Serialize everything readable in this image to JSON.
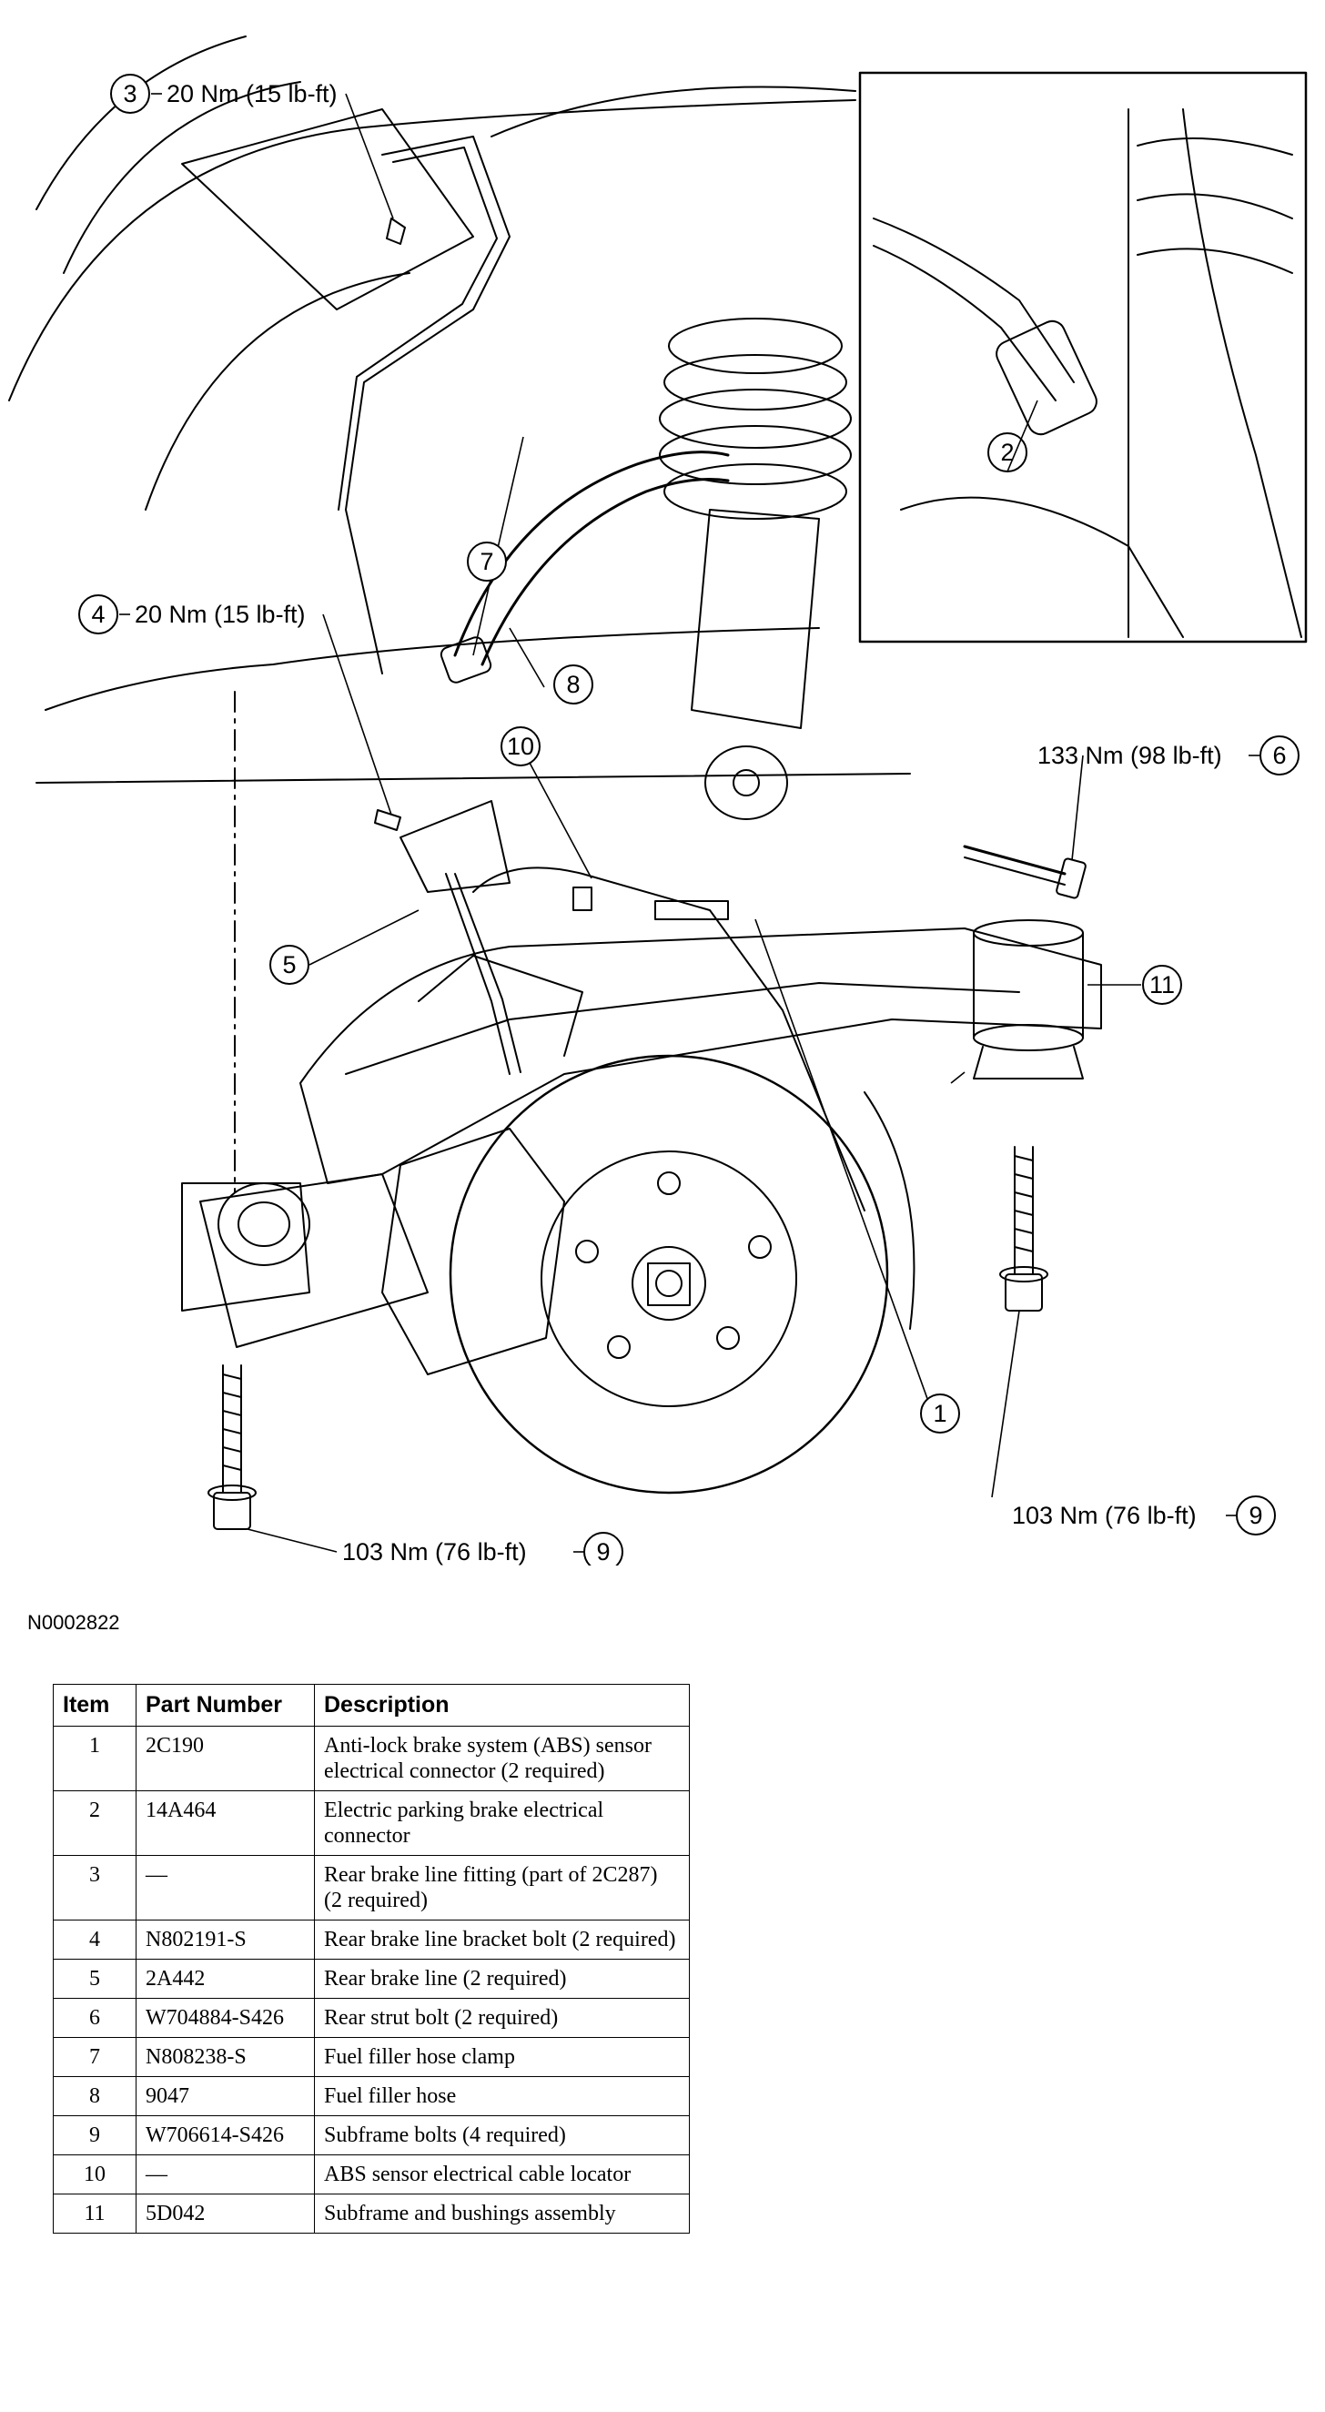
{
  "callouts": {
    "c1": {
      "num": "1"
    },
    "c2": {
      "num": "2"
    },
    "c3": {
      "num": "3",
      "torque": "20 Nm (15 lb-ft)"
    },
    "c4": {
      "num": "4",
      "torque": "20 Nm (15 lb-ft)"
    },
    "c5": {
      "num": "5"
    },
    "c6": {
      "num": "6",
      "torque": "133 Nm (98 lb-ft)"
    },
    "c7": {
      "num": "7"
    },
    "c8": {
      "num": "8"
    },
    "c9a": {
      "num": "9",
      "torque": "103 Nm (76 lb-ft)"
    },
    "c9b": {
      "num": "9",
      "torque": "103 Nm (76 lb-ft)"
    },
    "c10": {
      "num": "10"
    },
    "c11": {
      "num": "11"
    }
  },
  "figure_id": "N0002822",
  "table": {
    "headers": {
      "item": "Item",
      "part": "Part Number",
      "desc": "Description"
    },
    "rows": [
      {
        "item": "1",
        "part": "2C190",
        "desc": "Anti-lock brake system (ABS) sensor electrical connector (2 required)"
      },
      {
        "item": "2",
        "part": "14A464",
        "desc": "Electric parking brake electrical connector"
      },
      {
        "item": "3",
        "part": "—",
        "desc": "Rear brake line fitting (part of 2C287) (2 required)"
      },
      {
        "item": "4",
        "part": "N802191-S",
        "desc": "Rear brake line bracket bolt (2 required)"
      },
      {
        "item": "5",
        "part": "2A442",
        "desc": "Rear brake line (2 required)"
      },
      {
        "item": "6",
        "part": "W704884-S426",
        "desc": "Rear strut bolt (2 required)"
      },
      {
        "item": "7",
        "part": "N808238-S",
        "desc": "Fuel filler hose clamp"
      },
      {
        "item": "8",
        "part": "9047",
        "desc": "Fuel filler hose"
      },
      {
        "item": "9",
        "part": "W706614-S426",
        "desc": "Subframe bolts (4 required)"
      },
      {
        "item": "10",
        "part": "—",
        "desc": "ABS sensor electrical cable locator"
      },
      {
        "item": "11",
        "part": "5D042",
        "desc": "Subframe and bushings assembly"
      }
    ]
  }
}
